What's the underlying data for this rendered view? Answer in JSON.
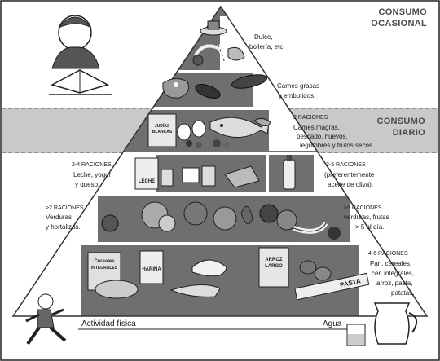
{
  "headers": {
    "occasional": [
      "CONSUMO",
      "OCASIONAL"
    ],
    "daily": [
      "CONSUMO",
      "DIARIO"
    ]
  },
  "levels": {
    "sweets": [
      "Dulce,",
      "bollería, etc."
    ],
    "fats": [
      "Carnes grasas",
      "y embutidos."
    ],
    "protein": [
      "2 RACIONES",
      "Carnes magras,",
      "pescado, huevos,",
      "legumbres y frutos secos."
    ],
    "dairy": [
      "2-4 RACIONES",
      "Leche, yogur",
      "y queso."
    ],
    "oil": [
      "3-5 RACIONES",
      "(preferentemente",
      "aceite de oliva)."
    ],
    "vegetables": [
      ">2 RACIONES",
      "Verduras",
      "y hortalizas."
    ],
    "fruits": [
      ">3 RACIONES",
      "verduras, frutas",
      "> 5 al día."
    ],
    "cereals": [
      "4-6 RACIONES",
      "Pan, cereales,",
      "cer. integrales,",
      "arroz, pasta,",
      "patatas."
    ]
  },
  "base": {
    "activity": "Actividad física",
    "water": "Agua"
  },
  "package_labels": {
    "judias": [
      "JUDÍAS",
      "BLANCAS"
    ],
    "leche": "LECHE",
    "cereales": [
      "Cereales",
      "INTEGRALES"
    ],
    "harina": "HARINA",
    "arroz": [
      "ARROZ",
      "LARGO"
    ],
    "pasta": "PASTA"
  },
  "colors": {
    "pyramid_fill": "#6e6e6e",
    "band_fill": "#c8c8c8",
    "header_text": "#4a4a4a"
  }
}
